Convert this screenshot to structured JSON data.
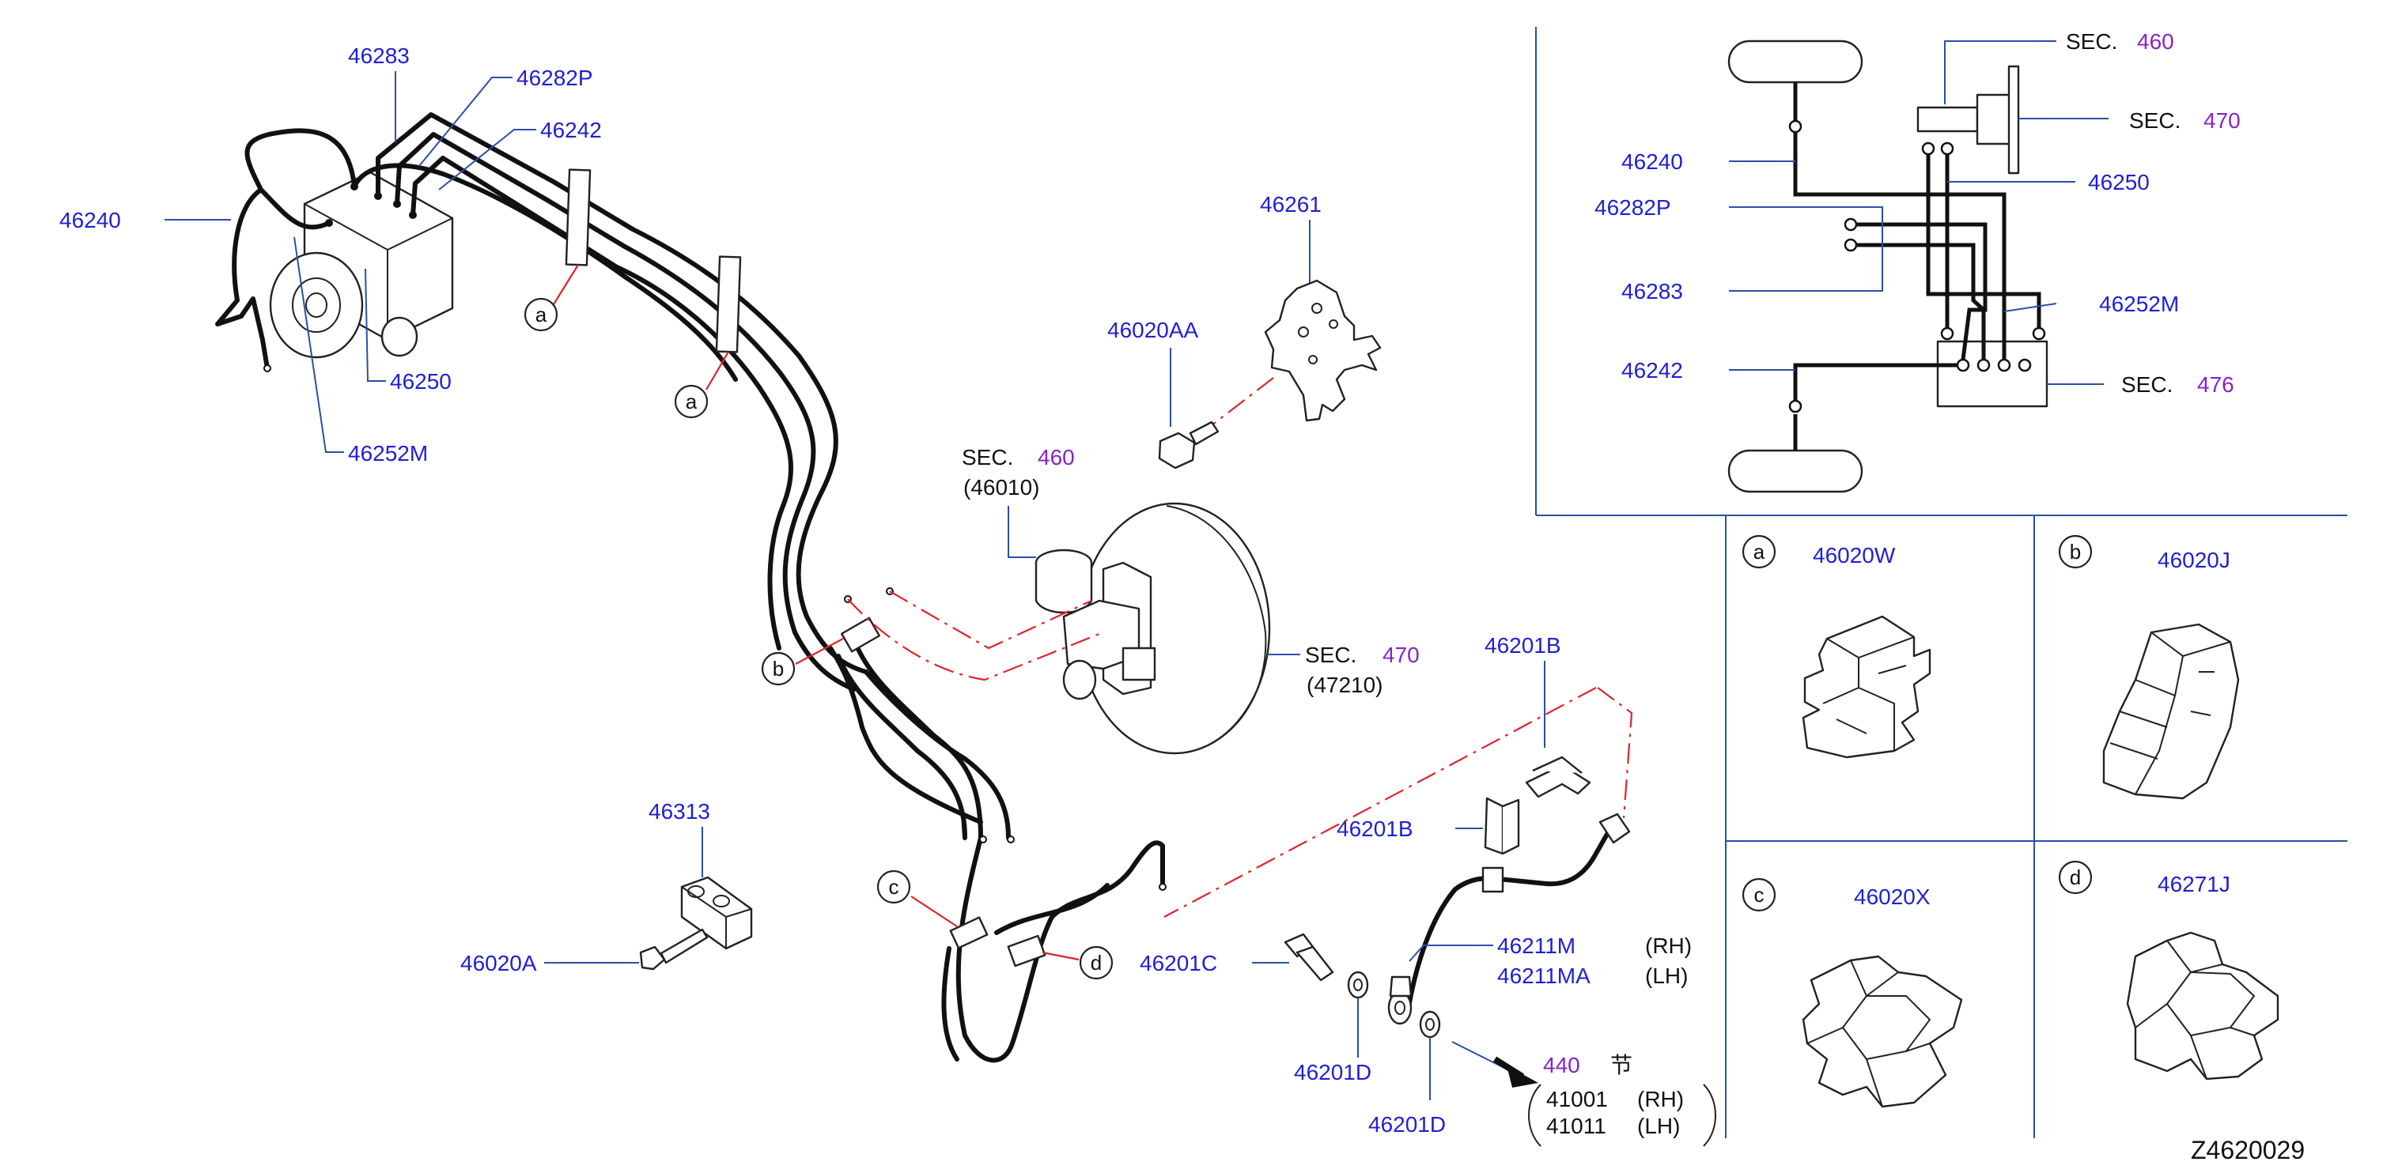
{
  "labels": {
    "p46283_top": "46283",
    "p46282P_top": "46282P",
    "p46242_top": "46242",
    "p46240_left": "46240",
    "p46250_left": "46250",
    "p46252M_left": "46252M",
    "p46261": "46261",
    "p46020AA": "46020AA",
    "sec460_main": "SEC.",
    "sec460_num": "460",
    "sec460_sub": "(46010)",
    "sec470_main": "SEC.",
    "sec470_num": "470",
    "sec470_sub": "(47210)",
    "p46201B_top": "46201B",
    "p46201B_mid": "46201B",
    "p46313": "46313",
    "p46020A": "46020A",
    "p46201C": "46201C",
    "p46211M": "46211M",
    "p46211M_side": "(RH)",
    "p46211MA": "46211MA",
    "p46211MA_side": "(LH)",
    "p46201D_a": "46201D",
    "p46201D_b": "46201D",
    "ref440_num": "440",
    "ref440_char": "节",
    "ref41001": "41001",
    "ref41001_side": "(RH)",
    "ref41011": "41011",
    "ref41011_side": "(LH)",
    "callout_a1": "a",
    "callout_a2": "a",
    "callout_b": "b",
    "callout_c": "c",
    "callout_d": "d",
    "diagram_id": "Z4620029"
  },
  "schematic": {
    "sec460": "SEC.",
    "sec460_num": "460",
    "sec470": "SEC.",
    "sec470_num": "470",
    "sec476": "SEC.",
    "sec476_num": "476",
    "p46240": "46240",
    "p46250": "46250",
    "p46282P": "46282P",
    "p46283": "46283",
    "p46252M": "46252M",
    "p46242": "46242"
  },
  "clips": [
    {
      "letter": "a",
      "part": "46020W"
    },
    {
      "letter": "b",
      "part": "46020J"
    },
    {
      "letter": "c",
      "part": "46020X"
    },
    {
      "letter": "d",
      "part": "46271J"
    }
  ],
  "colors": {
    "part_number": "#1f1fd6",
    "section_ref": "#8a22c8",
    "leader": "#2a4fa8",
    "dashed_link": "#e0242a",
    "pipe": "#111111"
  }
}
